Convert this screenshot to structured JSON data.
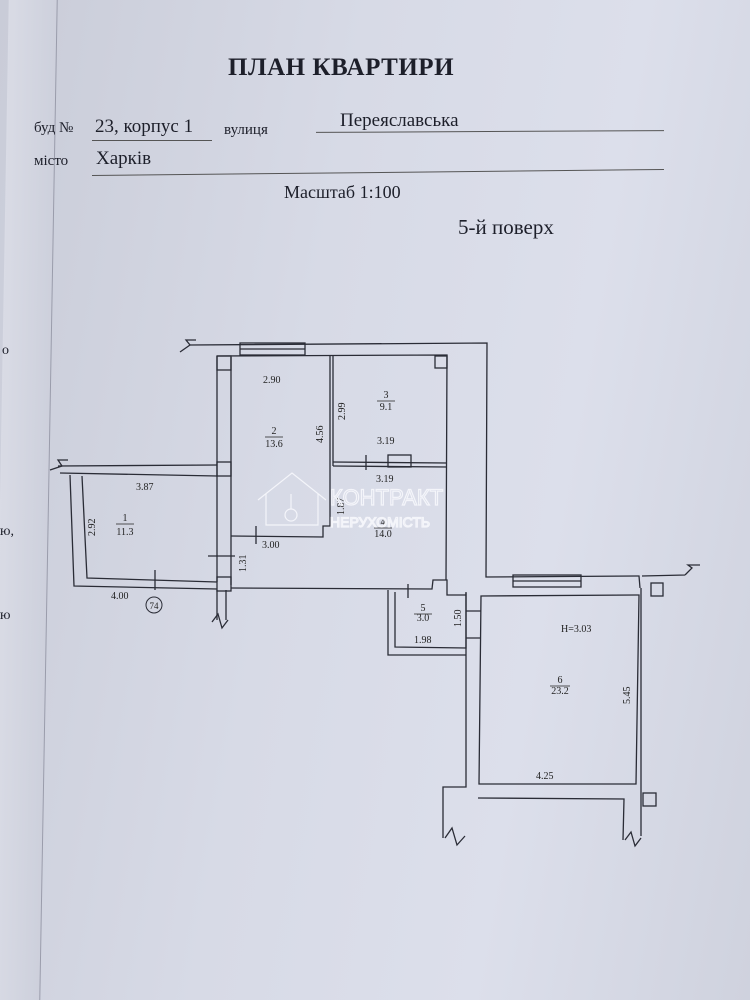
{
  "document": {
    "title": "ПЛАН КВАРТИРИ",
    "building_label": "буд №",
    "building_value": "23, корпус 1",
    "street_label": "вулиця",
    "street_value": "Переяславська",
    "city_label": "місто",
    "city_value": "Харків",
    "scale": "Масштаб 1:100",
    "floor": "5-й поверх"
  },
  "left_page_fragments": [
    "о",
    "ю,",
    "ю"
  ],
  "plan": {
    "rooms": [
      {
        "number": "1",
        "area": "11.3"
      },
      {
        "number": "2",
        "area": "13.6"
      },
      {
        "number": "3",
        "area": "9.1"
      },
      {
        "number": "4",
        "area": "14.0"
      },
      {
        "number": "5",
        "area": "3.0"
      },
      {
        "number": "6",
        "area": "23.2"
      }
    ],
    "dimensions": {
      "r2_top": "2.90",
      "r2_side": "4.56",
      "r3_side": "2.99",
      "r3_bottom": "3.19",
      "r4_top": "3.19",
      "r4_side": "1.87",
      "r2_bottom": "3.00",
      "corridor": "1.31",
      "r1_top": "3.87",
      "r1_side": "2.92",
      "r1_bottom": "4.00",
      "r5_side": "1.50",
      "r5_bottom": "1.98",
      "r6_height": "H=3.03",
      "r6_side": "5.45",
      "r6_bottom": "4.25"
    },
    "marker": "74"
  },
  "watermark": {
    "line1": "КОНТРАКТ",
    "line2": "НЕРУХОМІСТЬ"
  }
}
